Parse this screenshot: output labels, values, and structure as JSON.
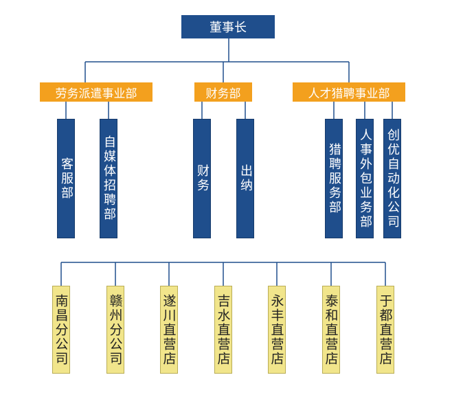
{
  "root": {
    "label": "董事长"
  },
  "divisions": [
    {
      "label": "劳务派遣事业部"
    },
    {
      "label": "财务部"
    },
    {
      "label": "人才猎聘事业部"
    }
  ],
  "departments": [
    {
      "label": "客服部"
    },
    {
      "label": "自媒体招聘部"
    },
    {
      "label": "财务"
    },
    {
      "label": "出纳"
    },
    {
      "label": "猎聘服务部"
    },
    {
      "label": "人事外包业务部"
    },
    {
      "label": "创优自动化公司"
    }
  ],
  "branches": [
    {
      "label": "南昌分公司"
    },
    {
      "label": "赣州分公司"
    },
    {
      "label": "遂川直营店"
    },
    {
      "label": "吉水直营店"
    },
    {
      "label": "永丰直营店"
    },
    {
      "label": "泰和直营店"
    },
    {
      "label": "于都直营店"
    }
  ],
  "colors": {
    "primary_blue": "#1f4e8c",
    "division_orange": "#f3a01e",
    "branch_yellow": "#f1e58b",
    "line_color": "#1f4e8c"
  }
}
